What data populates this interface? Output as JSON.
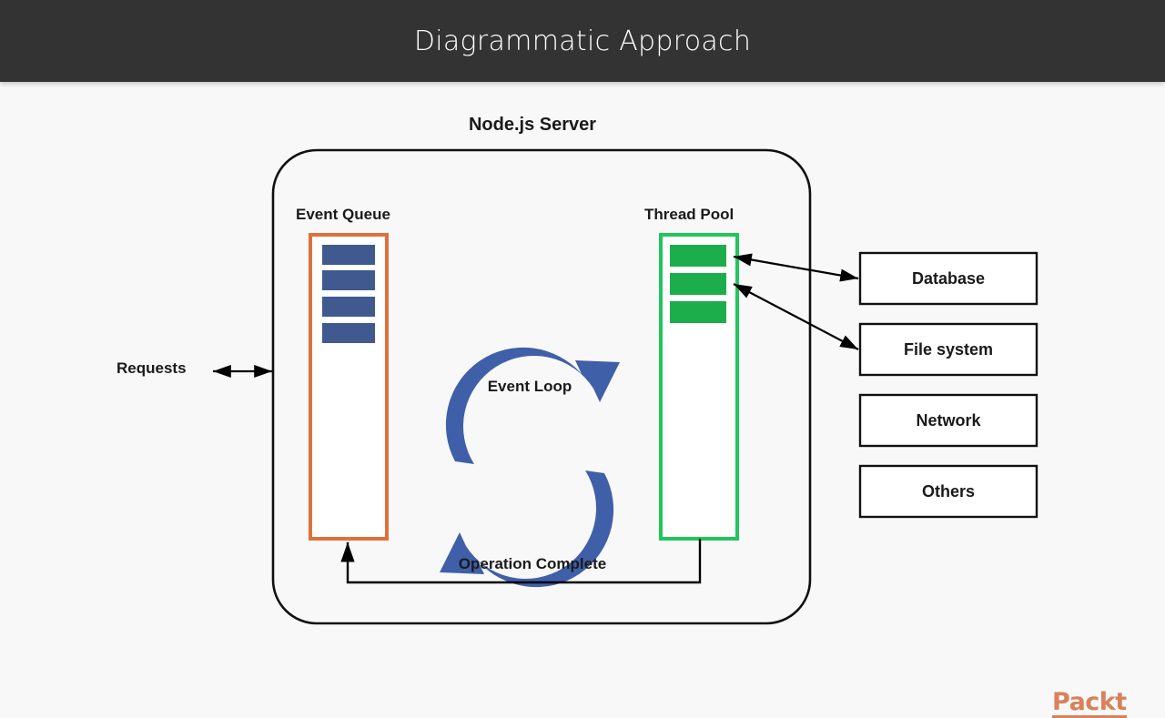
{
  "header": {
    "title": "Diagrammatic Approach",
    "background_color": "#333333",
    "text_color": "#ffffff"
  },
  "canvas": {
    "background_color": "#f8f8f8"
  },
  "diagram": {
    "server_title": "Node.js Server",
    "event_queue": {
      "label": "Event Queue",
      "border_color": "#e0703a",
      "item_color": "#40598f",
      "item_count": 4
    },
    "thread_pool": {
      "label": "Thread Pool",
      "border_color": "#22c55e",
      "item_color": "#1dae4c",
      "item_count": 3
    },
    "event_loop": {
      "label": "Event Loop",
      "arrow_color": "#3f5fa8"
    },
    "requests": {
      "label": "Requests"
    },
    "operation_complete": {
      "label": "Operation Complete"
    },
    "external_resources": [
      {
        "label": "Database"
      },
      {
        "label": "File system"
      },
      {
        "label": "Network"
      },
      {
        "label": "Others"
      }
    ]
  },
  "branding": {
    "logo_text": "Packt",
    "logo_suffix": "t>",
    "logo_color": "#d9815a"
  }
}
